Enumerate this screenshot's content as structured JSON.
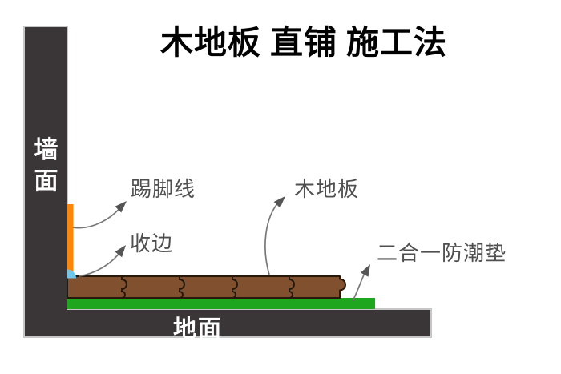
{
  "title": {
    "prefix": "木地板",
    "highlight": "直铺",
    "suffix": "施工法"
  },
  "labels": {
    "wall": "墙面",
    "floor": "地面",
    "skirting": "踢脚线",
    "edge_trim": "收边",
    "wood_floor": "木地板",
    "moisture_pad": "二合一防潮垫"
  },
  "colors": {
    "structure_dark": "#3a3536",
    "structure_outline": "#c6c6c6",
    "plank_brown": "#80502f",
    "plank_outline": "#26180b",
    "pad_green": "#1fa61f",
    "skirting_orange": "#fc860a",
    "trim_blue": "#74c6e9",
    "label_text": "#4f4f4f",
    "arrow_line": "#787878",
    "arrow_head": "#555555",
    "title_text": "#000000",
    "wall_floor_text": "#ffffff"
  }
}
